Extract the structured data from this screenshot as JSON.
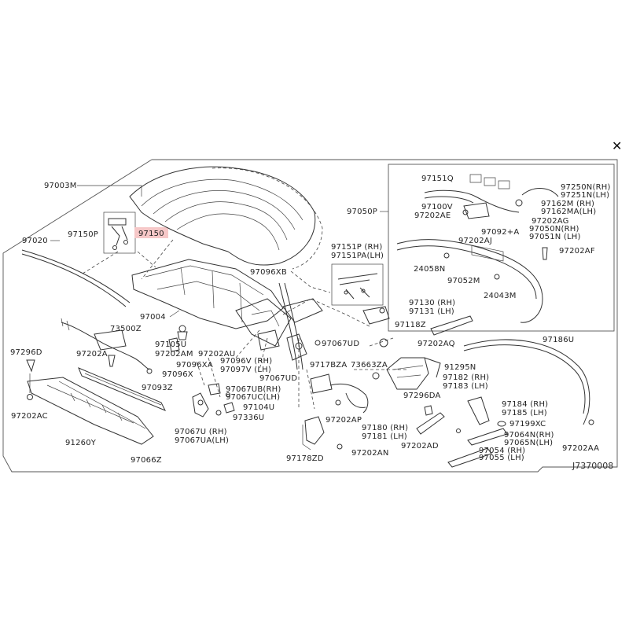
{
  "close_label": "✕",
  "highlight_color": "#f6c8c8",
  "diagram_code": "J7370008",
  "labels": {
    "p97003M": "97003M",
    "p97020": "97020",
    "p97150P": "97150P",
    "p97150": "97150",
    "p97004": "97004",
    "p97096XB": "97096XB",
    "p97151P": "97151P (RH)",
    "p97151PA": "97151PA(LH)",
    "p97050P": "97050P",
    "p97151Q": "97151Q",
    "p97100V": "97100V",
    "p97202AE": "97202AE",
    "p97250N": "97250N(RH)",
    "p97251N": "97251N(LH)",
    "p97162M": "97162M (RH)",
    "p97162MA": "97162MA(LH)",
    "p97202AG": "97202AG",
    "p97092A": "97092+A",
    "p97202AJ": "97202AJ",
    "p97050N": "97050N(RH)",
    "p97051N": "97051N (LH)",
    "p97202AF": "97202AF",
    "p24058N": "24058N",
    "p97052M": "97052M",
    "p24043M": "24043M",
    "p73500Z": "73500Z",
    "p97296D": "97296D",
    "p97202A": "97202A",
    "p97105U": "97105U",
    "p97202AM": "97202AM",
    "p97202AU": "97202AU",
    "p97096XA": "97096XA",
    "p97096V": "97096V (RH)",
    "p97097V": "97097V (LH)",
    "p97096X": "97096X",
    "p97067UB": "97067UB(RH)",
    "p97067UC": "97067UC(LH)",
    "p97104U": "97104U",
    "p97336U": "97336U",
    "p97067U": "97067U (RH)",
    "p97067UA": "97067UA(LH)",
    "p97093Z": "97093Z",
    "p97202AC": "97202AC",
    "p91260Y": "91260Y",
    "p97066Z": "97066Z",
    "p97130": "97130 (RH)",
    "p97131": "97131 (LH)",
    "p97118Z": "97118Z",
    "p97067UD": "97067UD",
    "p97202AQ": "97202AQ",
    "p97067UD2": "97067UD",
    "p9717BZA": "9717BZA",
    "p73663ZA": "73663ZA",
    "p91295N": "91295N",
    "p97296DA": "97296DA",
    "p97182": "97182 (RH)",
    "p97183": "97183 (LH)",
    "p97202AP": "97202AP",
    "p97180": "97180 (RH)",
    "p97181": "97181 (LH)",
    "p97202AD": "97202AD",
    "p97178ZD": "97178ZD",
    "p97202AN": "97202AN",
    "p97184": "97184 (RH)",
    "p97185": "97185 (LH)",
    "p97199XC": "97199XC",
    "p97064N": "97064N(RH)",
    "p97065N": "97065N(LH)",
    "p97054": "97054 (RH)",
    "p97055": "97055 (LH)",
    "p97186U": "97186U",
    "p97202AA": "97202AA"
  }
}
